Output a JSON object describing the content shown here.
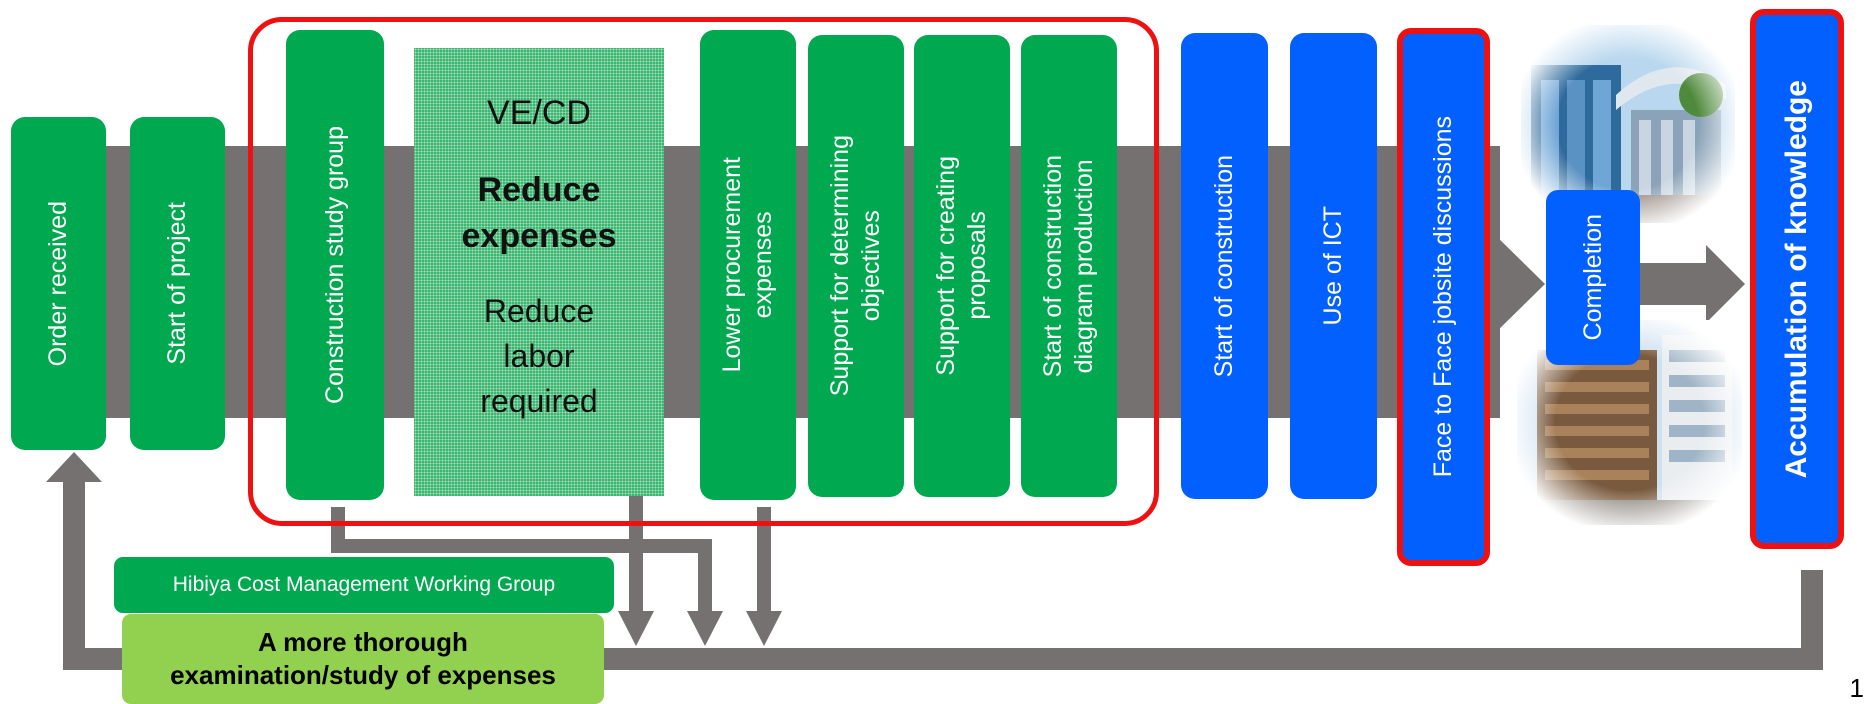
{
  "flow": {
    "order_received": "Order received",
    "start_of_project": "Start of project",
    "construction_study_group": "Construction study group",
    "ve_cd": {
      "title": "VE/CD",
      "reduce_expenses": "Reduce\nexpenses",
      "reduce_labor": "Reduce\nlabor\nrequired"
    },
    "lower_procurement": "Lower procurement\nexpenses",
    "support_objectives": "Support for determining\nobjectives",
    "support_proposals": "Support for creating\nproposals",
    "start_construction_diagram": "Start of construction\ndiagram production",
    "start_of_construction": "Start of construction",
    "use_of_ict": "Use of ICT",
    "face_to_face": "Face to Face jobsite discussions",
    "completion": "Completion",
    "accumulation": "Accumulation of knowledge"
  },
  "feedback": {
    "working_group": "Hibiya Cost Management Working Group",
    "thorough_examination": "A more thorough\nexamination/study of expenses"
  },
  "page_number": "1",
  "colors": {
    "green": "#00a94f",
    "light_green": "#92d050",
    "blue": "#0160ff",
    "red_outline": "#ee1111",
    "gray_band": "#767171"
  },
  "icons": [
    "building-photo-modern",
    "building-photo-timber"
  ]
}
